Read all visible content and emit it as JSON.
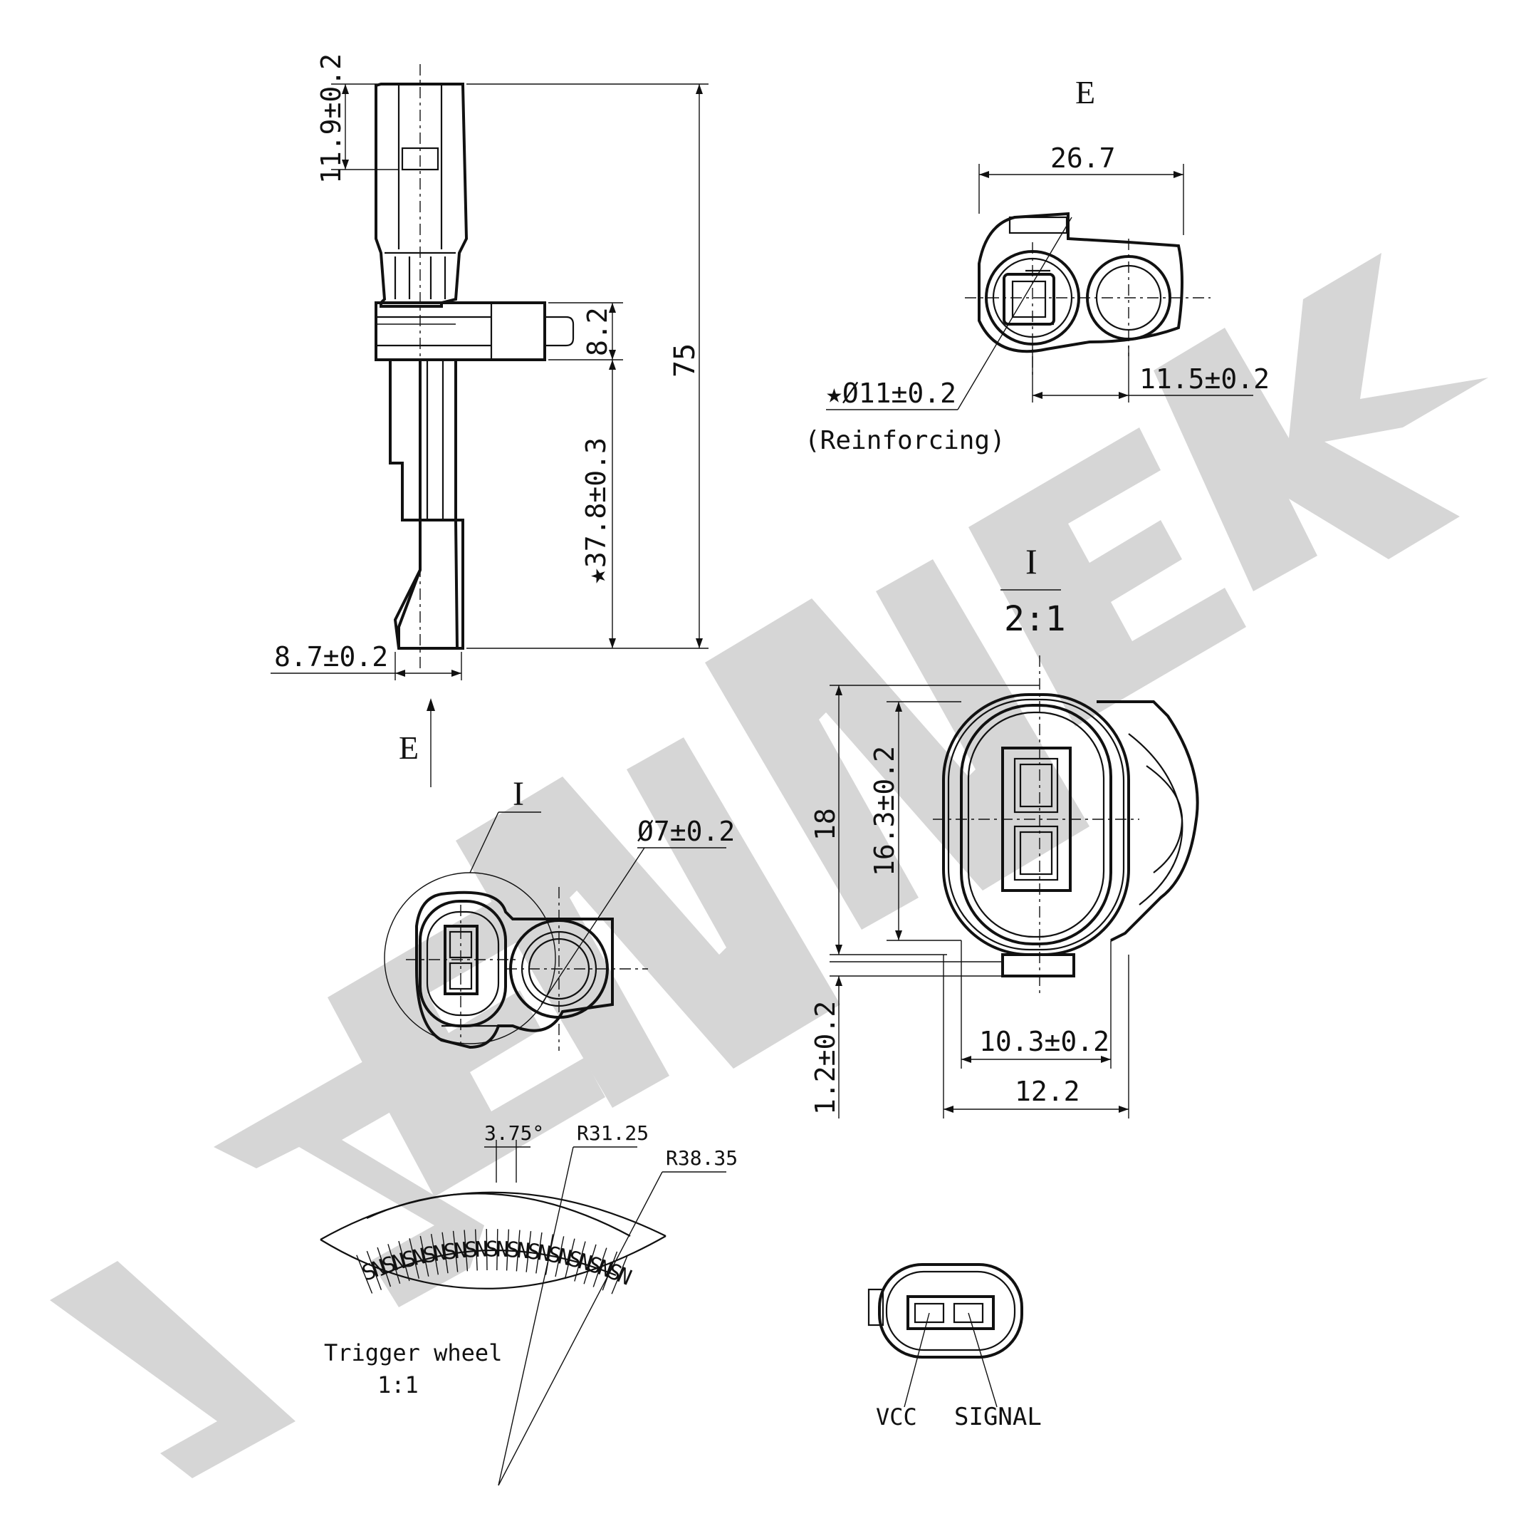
{
  "watermark": {
    "text": "ZENNEK",
    "color": "#d6d6d6"
  },
  "side_view": {
    "dim_connector_length": "11.9±0.2",
    "dim_flange_thickness": "8.2",
    "dim_total_length": "75",
    "dim_tip_length": "★37.8±0.3",
    "dim_tip_width": "8.7±0.2",
    "view_arrow_label": "E"
  },
  "view_e": {
    "title": "E",
    "dim_width": "26.7",
    "dim_reinforcing_diameter": "★Ø11±0.2",
    "reinforcing_note": "(Reinforcing)",
    "dim_hole_offset": "11.5±0.2"
  },
  "front_view": {
    "detail_label": "I",
    "dim_hole_diameter": "Ø7±0.2"
  },
  "detail_i": {
    "title": "I",
    "scale": "2:1",
    "dim_outer_height": "18",
    "dim_inner_height": "16.3±0.2",
    "dim_step": "1.2±0.2",
    "dim_inner_width": "10.3±0.2",
    "dim_outer_width": "12.2"
  },
  "trigger_wheel": {
    "pitch_angle": "3.75°",
    "inner_radius": "R31.25",
    "outer_radius": "R38.35",
    "poles": [
      "S",
      "N",
      "S",
      "N",
      "S",
      "N",
      "S",
      "N",
      "S",
      "N",
      "S",
      "N",
      "S",
      "N",
      "S",
      "N",
      "S",
      "N",
      "S",
      "N",
      "S",
      "N",
      "S",
      "N",
      "S",
      "N"
    ],
    "caption": "Trigger wheel",
    "scale": "1:1"
  },
  "pinout": {
    "pin1": "VCC",
    "pin2": "SIGNAL"
  }
}
